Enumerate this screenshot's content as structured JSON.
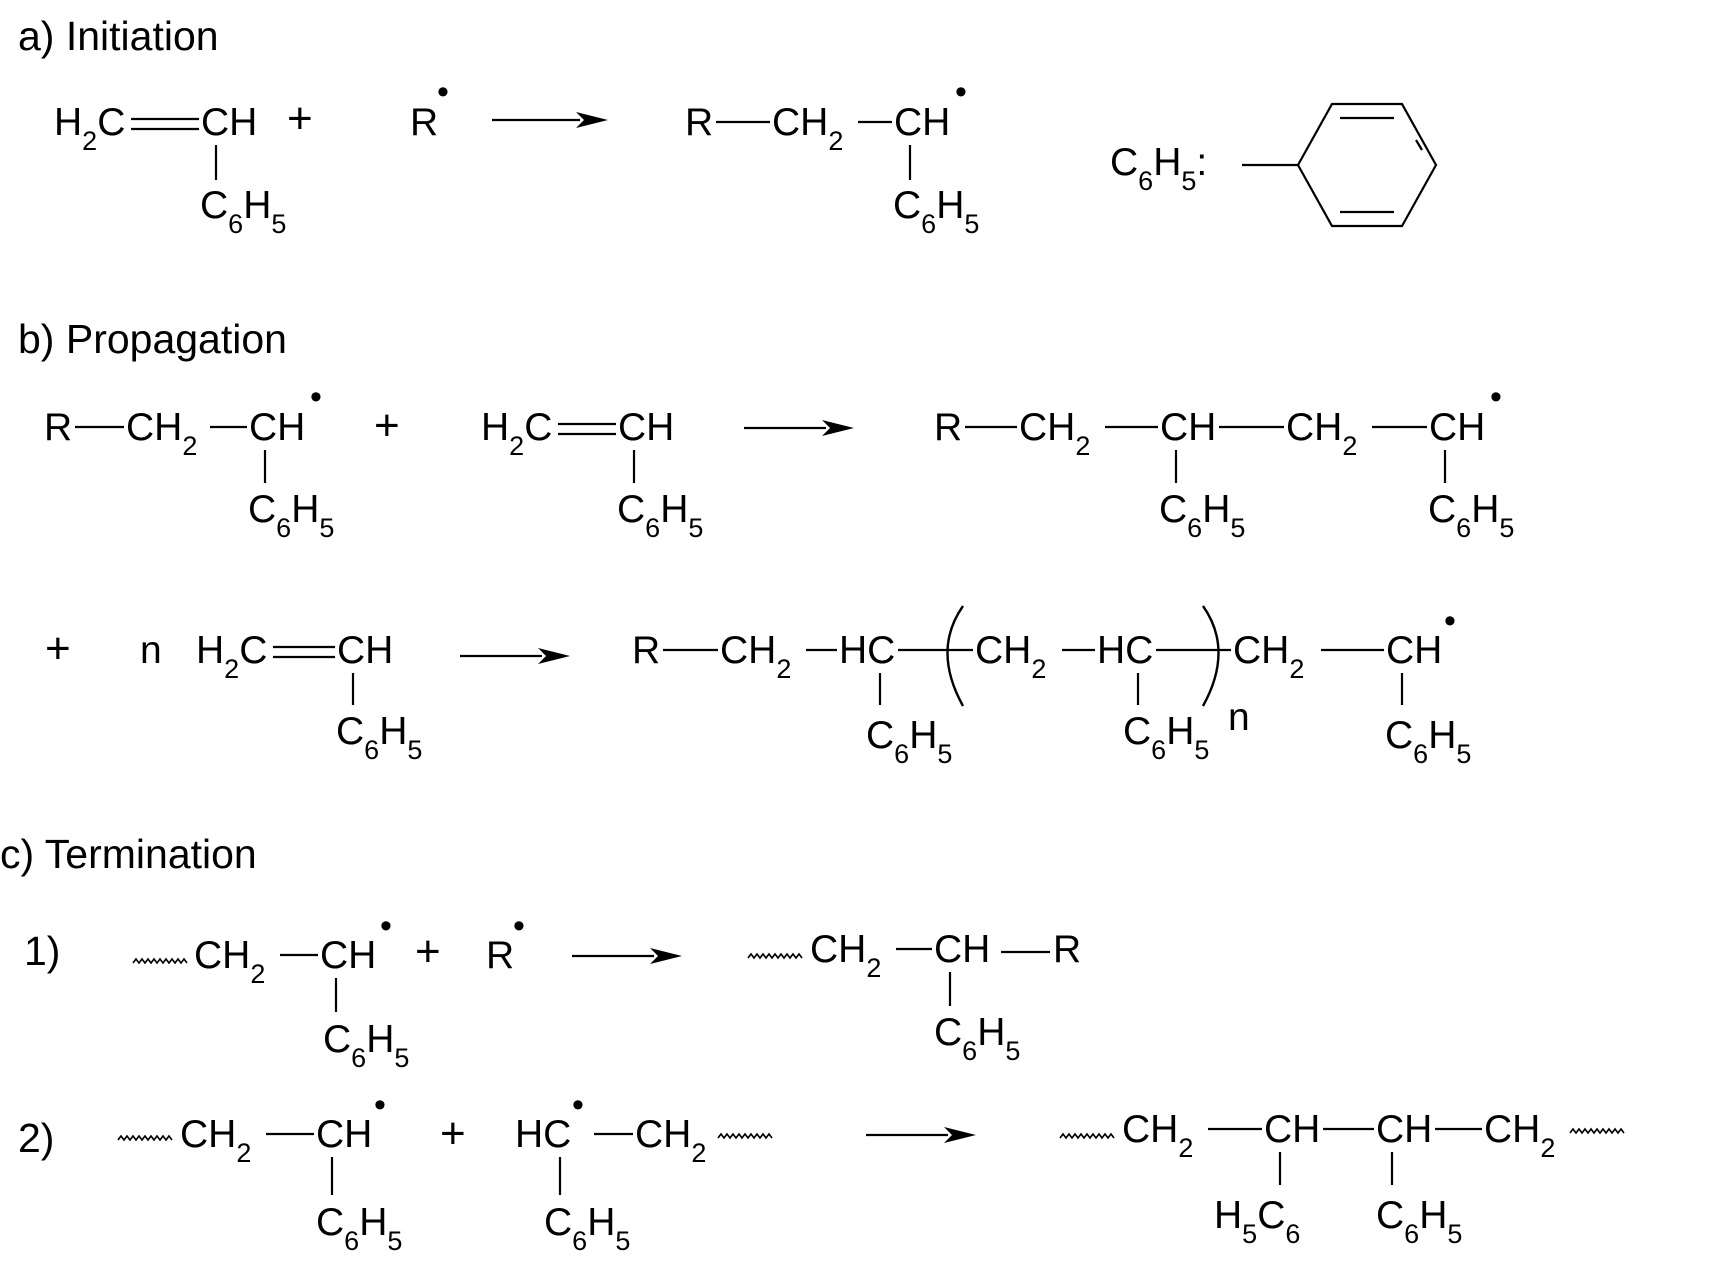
{
  "sections": {
    "a": "a) Initiation",
    "b": "b) Propagation",
    "c": "c) Termination"
  },
  "steps": {
    "one": "1)",
    "two": "2)"
  },
  "chem": {
    "R": "R",
    "C": "C",
    "CH": "CH",
    "HC": "HC",
    "CH2": "CH",
    "H2C": "H",
    "H": "H",
    "sub2": "2",
    "sub5": "5",
    "sub6": "6",
    "plus": "+",
    "n": "n",
    "dot": "•",
    "colon": ":"
  }
}
